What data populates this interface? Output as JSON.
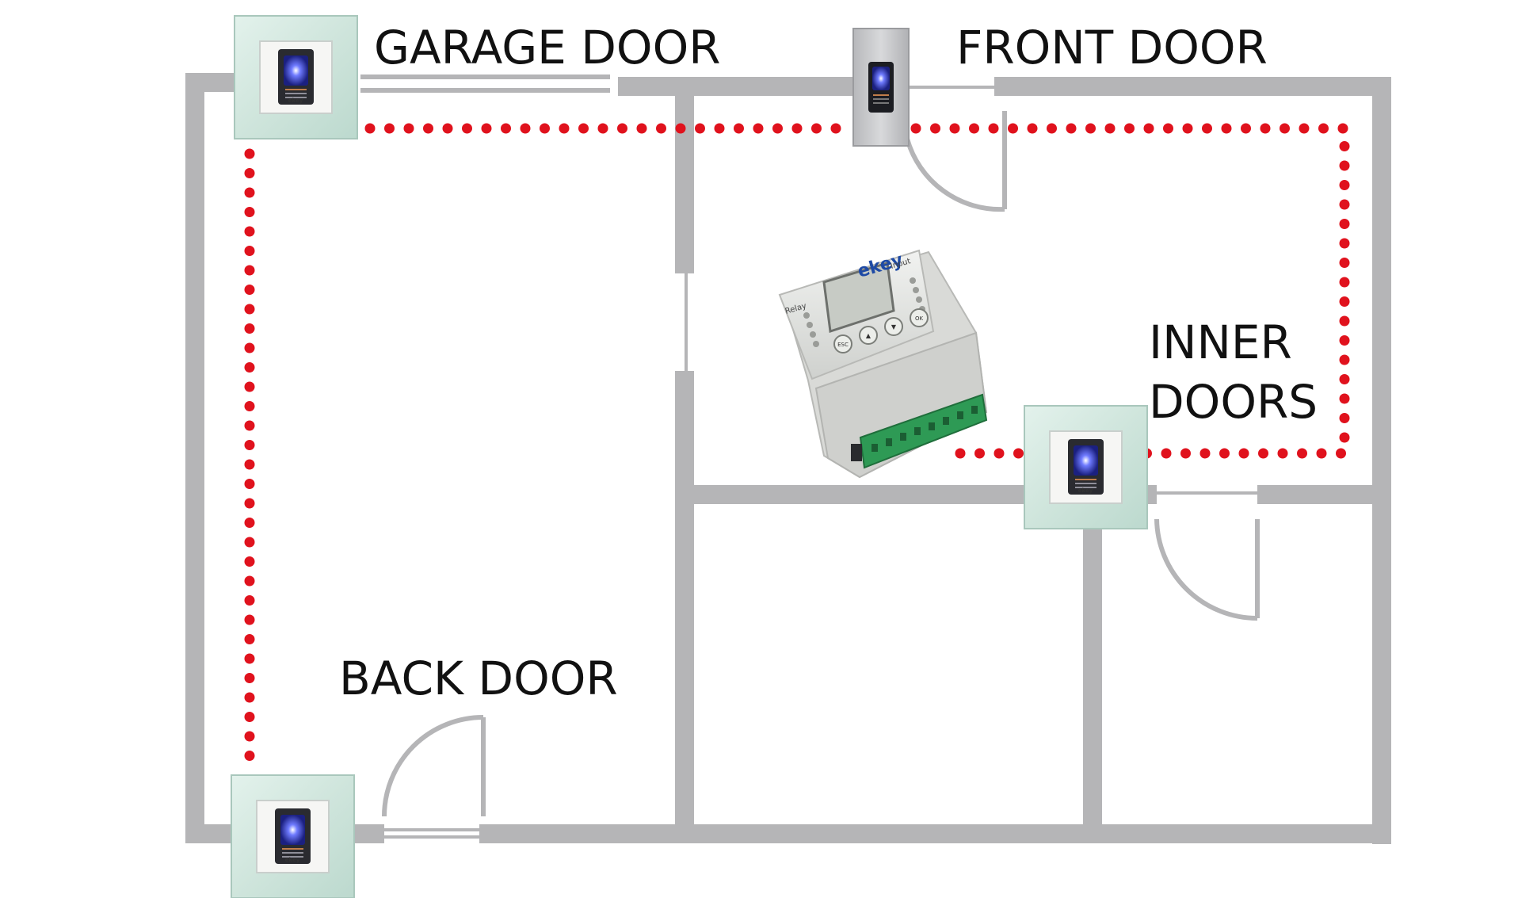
{
  "labels": {
    "garage_door": "GARAGE DOOR",
    "front_door": "FRONT DOOR",
    "inner_doors_line1": "INNER",
    "inner_doors_line2": "DOORS",
    "back_door": "BACK DOOR"
  },
  "controller": {
    "brand": "ekey",
    "relay_label": "Relay",
    "input_label": "Input",
    "buttons": [
      "ESC",
      "▲",
      "▼",
      "OK"
    ]
  },
  "reader_brand": "ekey",
  "colors": {
    "wall": "#b5b5b7",
    "door_line": "#b5b5b7",
    "security_perimeter": "#e0121d",
    "reader_glass": "#d7ebe4",
    "reader_led": "#3a47ff",
    "front_reader_metal": "#c9c9cc",
    "controller_body": "#e5e6e4",
    "terminal_green": "#2e9a55"
  }
}
